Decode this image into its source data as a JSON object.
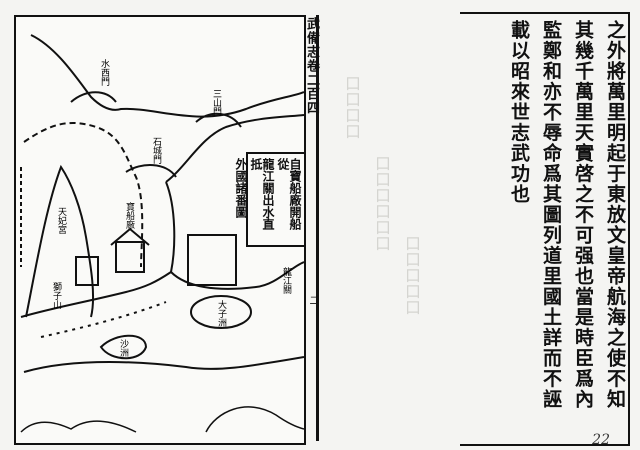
{
  "spine": {
    "title": "武備志卷二百四",
    "mark": "二"
  },
  "map": {
    "caption": [
      "自寶船廠開船從",
      "龍江關出水直抵",
      "外國諸番圖"
    ],
    "labels": {
      "gate_west": "水西門",
      "gate_east": "三山門",
      "gate_stone": "石城門",
      "shipyard": "寶船廠",
      "palace": "天妃宮",
      "mountain": "獅子山",
      "island": "大子洲",
      "sandbar": "沙洲",
      "customs": "龍江關"
    }
  },
  "text": {
    "columns": [
      "之外將萬里明起于東放文皇帝航海之使不知",
      "其幾千萬里天實啓之不可强也當是時臣爲內",
      "監鄭和亦不辱命爲其圖列道里國土詳而不誣",
      "載以昭來世志武功也"
    ],
    "page_number": "22"
  }
}
